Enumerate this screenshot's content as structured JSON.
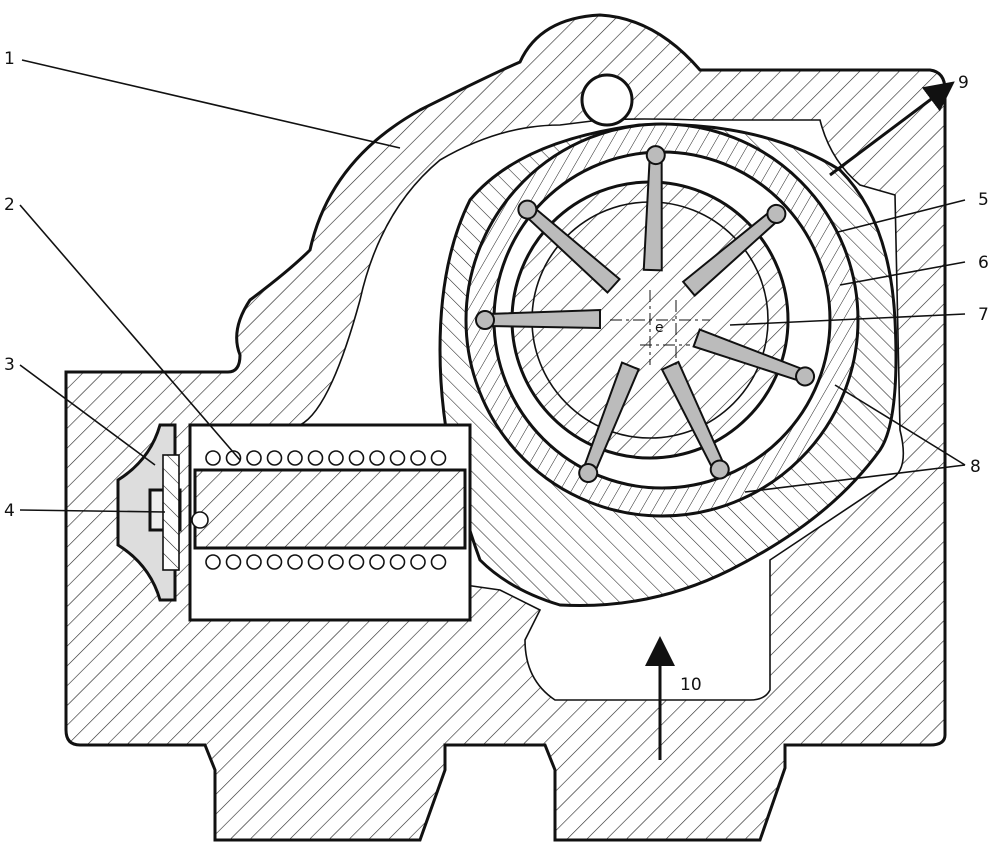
{
  "figure": {
    "labels": {
      "l1": "1",
      "l2": "2",
      "l3": "3",
      "l4": "4",
      "l5": "5",
      "l6": "6",
      "l7": "7",
      "l8": "8",
      "l9": "9",
      "l10": "10"
    },
    "eccentricity_label": "e"
  }
}
